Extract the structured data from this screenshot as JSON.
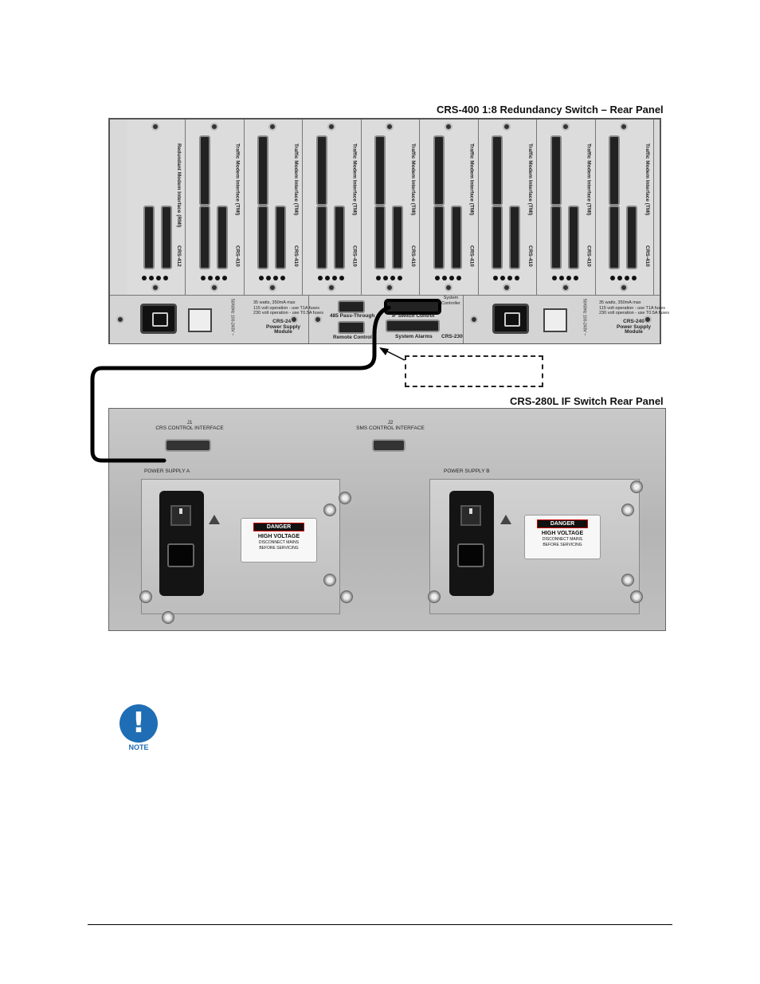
{
  "figure": {
    "heading_crs400": "CRS-400 1:8 Redundancy Switch – Rear Panel",
    "heading_crs280": "CRS-280L IF Switch Rear Panel"
  },
  "crs400": {
    "cards": [
      {
        "label": "Redundant Modem Interface (RMI)",
        "model": "CRS-412"
      },
      {
        "label": "Traffic Modem Interface (TMI)",
        "model": "CRS-410"
      },
      {
        "label": "Traffic Modem Interface (TMI)",
        "model": "CRS-410"
      },
      {
        "label": "Traffic Modem Interface (TMI)",
        "model": "CRS-410"
      },
      {
        "label": "Traffic Modem Interface (TMI)",
        "model": "CRS-410"
      },
      {
        "label": "Traffic Modem Interface (TMI)",
        "model": "CRS-410"
      },
      {
        "label": "Traffic Modem Interface (TMI)",
        "model": "CRS-410"
      },
      {
        "label": "Traffic Modem Interface (TMI)",
        "model": "CRS-410"
      },
      {
        "label": "Traffic Modem Interface (TMI)",
        "model": "CRS-410"
      }
    ],
    "psu_left": {
      "model": "CRS-240",
      "name": "Power Supply",
      "module": "Module",
      "rating": [
        "35 watts, 350mA max",
        "115 volt operation - use T1A fuses",
        "230 volt operation - use T0.5A fuses"
      ],
      "freq": [
        "50/60Hz",
        "100-240V ~"
      ]
    },
    "psu_right": {
      "model": "CRS-240",
      "name": "Power Supply",
      "module": "Module",
      "rating": [
        "35 watts, 350mA max",
        "115 volt operation - use T1A fuses",
        "230 volt operation - use T0.5A fuses"
      ],
      "freq": [
        "50/60Hz",
        "100-240V ~"
      ]
    },
    "controller": {
      "pass_through": "485 Pass-Through",
      "remote_control": "Remote Control",
      "system_controller": [
        "System",
        "Controller"
      ],
      "if_switch_control": "IF Switch Control",
      "system_alarms": "System Alarms",
      "model": "CRS-230"
    }
  },
  "crs280": {
    "j1_label": "J1",
    "j1_name": "CRS CONTROL INTERFACE",
    "j2_label": "J2",
    "j2_name": "SMS CONTROL INTERFACE",
    "supply_a": "POWER SUPPLY A",
    "supply_b": "POWER SUPPLY B",
    "danger_tag": "DANGER",
    "danger_title": "HIGH VOLTAGE",
    "danger_sub1": "DISCONNECT MAINS",
    "danger_sub2": "BEFORE SERVICING"
  },
  "note": {
    "icon_symbol": "!",
    "icon_label": "NOTE"
  },
  "colors": {
    "note_blue": "#1f6db5",
    "cable": "#000000"
  }
}
